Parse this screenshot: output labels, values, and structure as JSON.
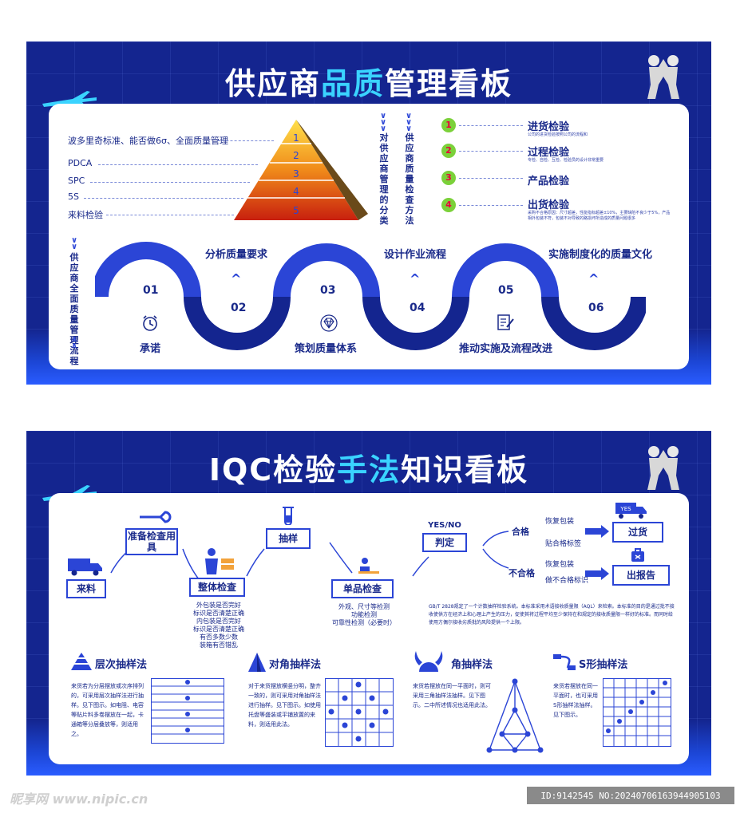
{
  "board1": {
    "title_a": "供应商",
    "title_b": "品质",
    "title_c": "管理看板",
    "pyramid_labels": [
      "波多里奇标准、能否做6σ、全面质量管理",
      "PDCA",
      "SPC",
      "5S",
      "来料检验"
    ],
    "pyramid_levels": [
      "1",
      "2",
      "3",
      "4",
      "5"
    ],
    "vertical_a": "对供应商管理的分类",
    "vertical_b": "供应商质量检查方法",
    "vertical_c": "供应商全面质量管理流程",
    "methods": [
      {
        "num": "1",
        "title": "进货检验",
        "desc": "公司的进货检验按照公司的流程和"
      },
      {
        "num": "2",
        "title": "过程检验",
        "desc": "专检、自检、互检、检验员的设计非常重要"
      },
      {
        "num": "3",
        "title": "产品检验",
        "desc": ""
      },
      {
        "num": "4",
        "title": "出货检验",
        "desc": "采购不合格原因：尺寸超差，性能指标超差±10%，主要缺陷不良少于5%，产品相外包装不符，包装不对导致的路损坏所造成的质量问题很多"
      }
    ],
    "steps_top": [
      "分析质量要求",
      "设计作业流程",
      "实施制度化的质量文化"
    ],
    "steps_bottom": [
      "承诺",
      "策划质量体系",
      "推动实施及流程改进"
    ],
    "step_nums": [
      "01",
      "02",
      "03",
      "04",
      "05",
      "06"
    ],
    "colors": {
      "primary": "#2b45d6",
      "dark": "#14258f",
      "accent": "#3ad3ff"
    }
  },
  "board2": {
    "title_a": "IQC检验",
    "title_b": "手法",
    "title_c": "知识看板",
    "flow": {
      "laiiao": "来料",
      "zhunbei": "准备检查用具",
      "zhengti": "整体检查",
      "chouyang": "抽样",
      "danpin": "单品检查",
      "panding": "判定",
      "yesno": "YES/NO",
      "hege": "合格",
      "buhege": "不合格",
      "hege_1": "恢复包装",
      "hege_2": "贴合格标签",
      "buhege_1": "恢复包装",
      "buhege_2": "做不合格标识",
      "guohuo": "过货",
      "chubaogao": "出报告",
      "yes_truck": "YES",
      "zhengti_notes": [
        "外包装是否完好",
        "标识是否清楚正确",
        "内包装是否完好",
        "标识是否清楚正确",
        "有否多数少数",
        "装箱有否错乱"
      ],
      "danpin_notes": [
        "外观、尺寸等检测",
        "功能检测",
        "可靠性检测（必要时）"
      ],
      "standard": "GB/T 2828规定了一个计数抽样检验系统。本标准采用术语接收质量限（AQL）来检索。本标准的目的是通过批不接收使供方在经济上和心理上产生的压力，促使其将过程平均至少保持在和规定的接收质量限一样好的标准。而同时给使用方偶尔接收劣质批的风险提供一个上限。"
    },
    "sections": [
      {
        "title": "层次抽样法",
        "text": "来货若为分层摆放或次序排列的，可采用层次抽样法进行抽样。见下图示。如电阻、电容等贴片料多卷摆放在一起，卡通箱等分层叠放等，则适用之。"
      },
      {
        "title": "对角抽样法",
        "text": "对于来货摆放横竖分明，整齐一致的，则可采用对角抽样法进行抽样。见下图示。如使用托盘等盛装或平铺放置的来料，则适用此法。"
      },
      {
        "title": "角抽样法",
        "text": "来货若摆放在同一平面时，则可采用三角抽样法抽样。见下图示。二中所述情况也适用此法。"
      },
      {
        "title": "S形抽样法",
        "text": "来货若摆放在同一平面时，也可采用S形抽样法抽样。见下图示。"
      }
    ]
  },
  "footer": {
    "site": "昵享网 www.nipic.cn",
    "id": "ID:9142545 NO:20240706163944905103"
  }
}
